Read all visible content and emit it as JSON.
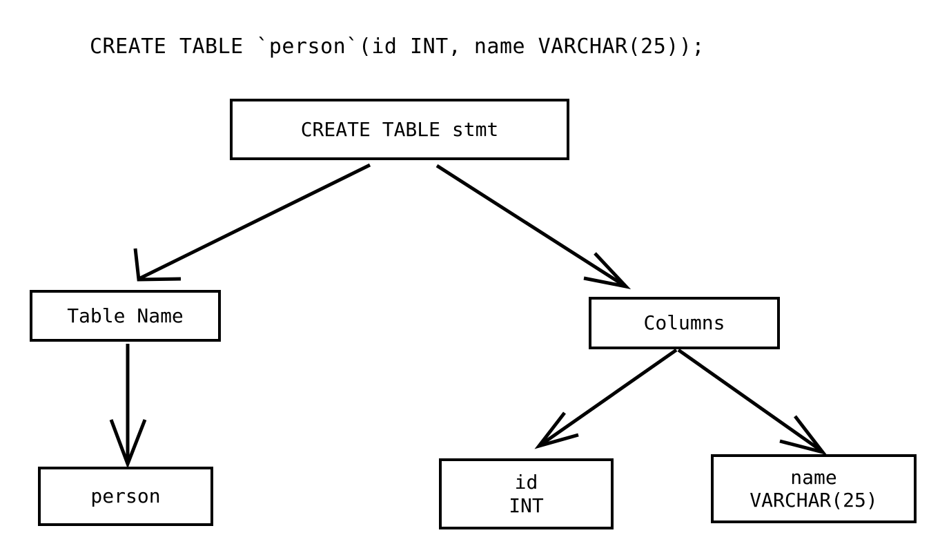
{
  "diagram": {
    "type": "parse-tree",
    "title": "CREATE TABLE `person`(id INT, name VARCHAR(25));",
    "background_color": "#ffffff",
    "stroke_color": "#000000",
    "nodes": [
      {
        "id": "root",
        "label": "CREATE TABLE stmt",
        "line1": "CREATE TABLE stmt",
        "line2": ""
      },
      {
        "id": "tablename",
        "label": "Table Name",
        "line1": "Table Name",
        "line2": ""
      },
      {
        "id": "columns",
        "label": "Columns",
        "line1": "Columns",
        "line2": ""
      },
      {
        "id": "person",
        "label": "person",
        "line1": "person",
        "line2": ""
      },
      {
        "id": "col_id",
        "label": "id INT",
        "line1": "id",
        "line2": "INT"
      },
      {
        "id": "col_name",
        "label": "name VARCHAR(25)",
        "line1": "name",
        "line2": "VARCHAR(25)"
      }
    ],
    "edges": [
      {
        "from": "root",
        "to": "tablename",
        "style": "open-arrow"
      },
      {
        "from": "root",
        "to": "columns",
        "style": "open-arrow"
      },
      {
        "from": "tablename",
        "to": "person",
        "style": "open-arrow"
      },
      {
        "from": "columns",
        "to": "col_id",
        "style": "open-arrow"
      },
      {
        "from": "columns",
        "to": "col_name",
        "style": "open-arrow"
      }
    ]
  }
}
